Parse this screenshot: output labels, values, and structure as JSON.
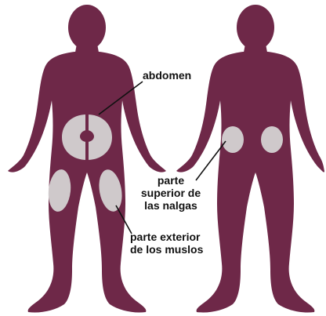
{
  "colors": {
    "body": "#6e2848",
    "injection_area": "#cfc9cb",
    "leader_line": "#111111",
    "text": "#111111"
  },
  "labels": {
    "abdomen": "abdomen",
    "buttocks_line1": "parte",
    "buttocks_line2": "superior de",
    "buttocks_line3": "las nalgas",
    "thighs_line1": "parte exterior",
    "thighs_line2": "de los muslos"
  }
}
